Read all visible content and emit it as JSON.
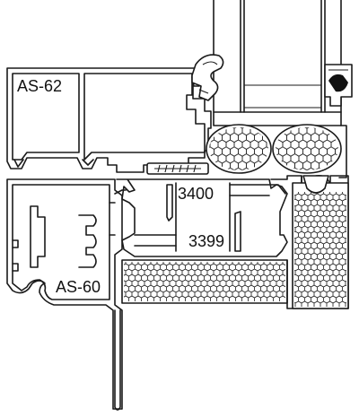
{
  "labels": {
    "profile_top": "AS-62",
    "profile_bottom": "AS-60",
    "insulator_upper": "3400",
    "insulator_lower": "3399"
  },
  "colors": {
    "line": "#1a1a1a",
    "background": "#ffffff",
    "seal": "#111111"
  }
}
